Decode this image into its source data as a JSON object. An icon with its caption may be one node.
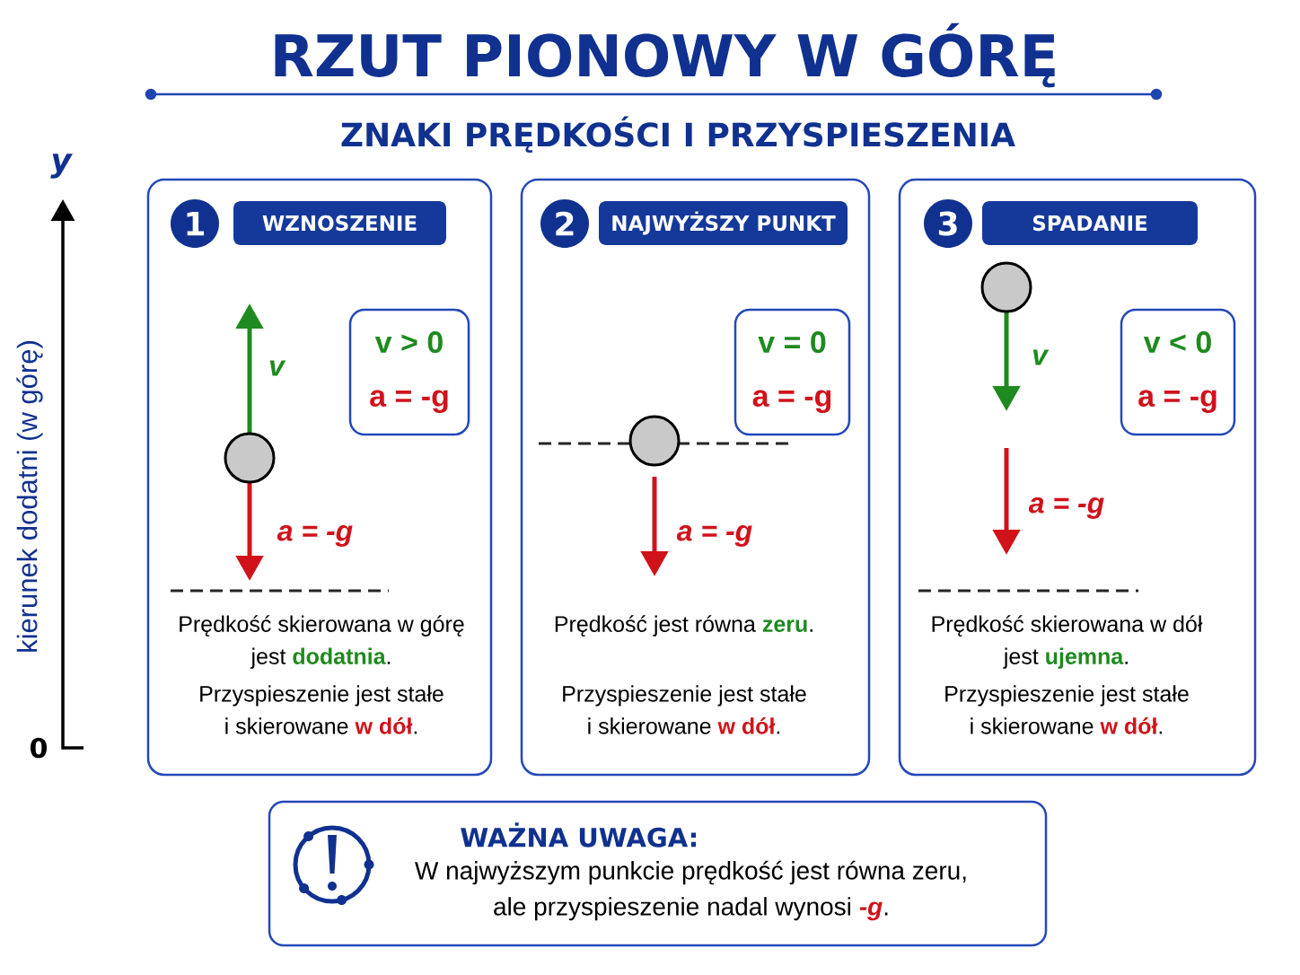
{
  "diagram": {
    "title": "RZUT PIONOWY W GÓRĘ",
    "nodes": [
      {
        "text": [
          "Prędkość skierowana w górę jest **dodatnia**.",
          "Przyspieszenie jest stałe i skierowane **w dół**."
        ]
      },
      {
        "text": [
          "1"
        ],
        "in": 0
      },
      {
        "text": [
          "WZNOSZENIE"
        ],
        "in": 0
      },
      {
        "text": [
          "v > 0",
          "a = -g"
        ],
        "in": 0
      },
      {
        "text": [],
        "shape": "circle",
        "in": 0
      },
      {
        "text": [
          "Prędkość jest równa **zeru**.",
          "Przyspieszenie jest stałe i skierowane **w dół**."
        ]
      },
      {
        "text": [
          "2"
        ],
        "in": 5
      },
      {
        "text": [
          "NAJWYŻSZY PUNKT"
        ],
        "in": 5
      },
      {
        "text": [
          "v = 0",
          "a = -g"
        ],
        "in": 5
      },
      {
        "text": [],
        "shape": "circle",
        "in": 5
      },
      {
        "text": [
          "Prędkość skierowana w dół jest **ujemna**.",
          "Przyspieszenie jest stałe i skierowane **w dół**."
        ]
      },
      {
        "text": [
          "3"
        ],
        "in": 10
      },
      {
        "text": [
          "SPADANIE"
        ],
        "in": 10
      },
      {
        "text": [],
        "shape": "circle",
        "in": 10
      },
      {
        "text": [
          "v < 0",
          "a = -g"
        ],
        "in": 10
      },
      {
        "text": [
          "WAŻNA UWAGA:",
          "W najwyższym punkcie prędkość jest równa zeru, ale przyspieszenie nadal wynosi *-g*."
        ]
      }
    ],
    "labels": [
      "ZNAKI PRĘDKOŚCI I PRZYSPIESZENIA",
      "y",
      "kierunek dodatni (w górę)",
      "0",
      "v",
      "a = -g",
      "a = -g",
      "v",
      "a = -g"
    ]
  }
}
